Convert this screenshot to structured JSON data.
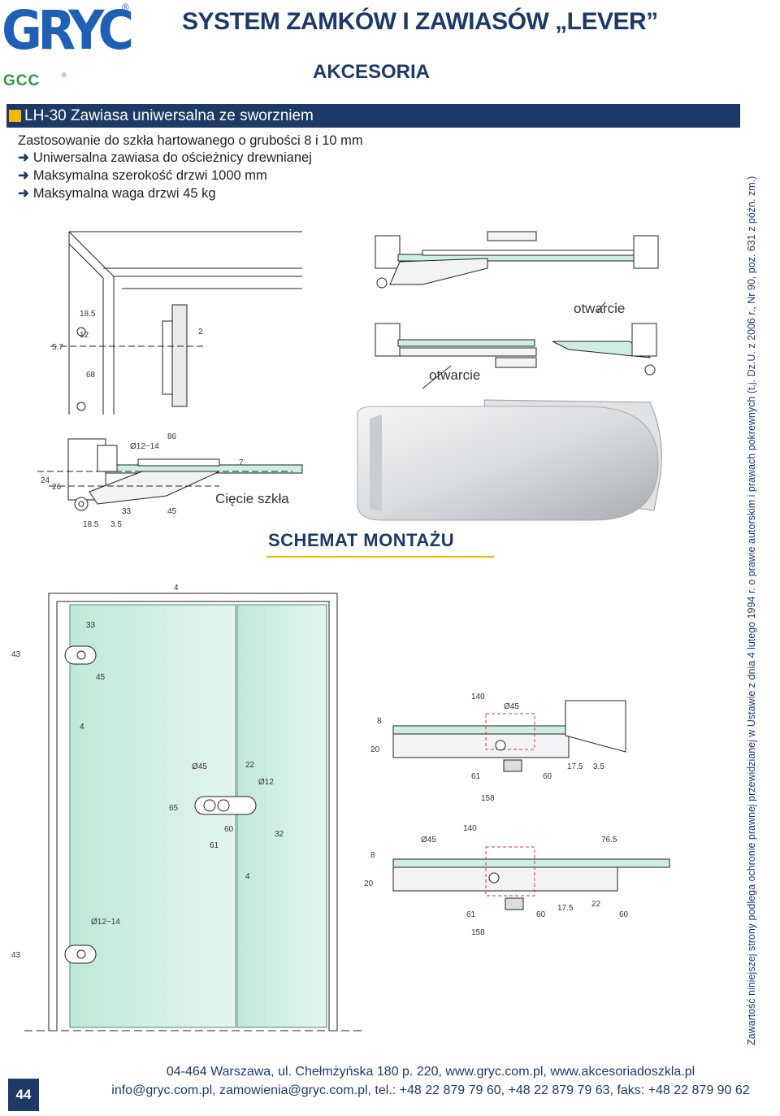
{
  "header": {
    "logo_main": "GRYC",
    "logo_sub": "GCC",
    "registered": "®",
    "title": "SYSTEM ZAMKÓW I ZAWIASÓW „LEVER”",
    "subtitle": "AKCESORIA"
  },
  "section": {
    "title": "LH-30 Zawiasa uniwersalna ze sworzniem",
    "intro": "Zastosowanie do szkła hartowanego o grubości 8 i 10 mm",
    "bullets": [
      "Uniwersalna zawiasa do ościeżnicy drewnianej",
      "Maksymalna szerokość drzwi 1000 mm",
      "Maksymalna waga drzwi 45 kg"
    ]
  },
  "labels": {
    "opening_1": "otwarcie",
    "opening_2": "otwarcie",
    "glass_cut": "Cięcie szkła",
    "assembly": "SCHEMAT MONTAŻU"
  },
  "dimensions": {
    "top_left": [
      "18.5",
      "12",
      "5.7",
      "68",
      "2"
    ],
    "profile": [
      "86",
      "Ø12~14",
      "7",
      "24",
      "26",
      "33",
      "45",
      "18.5",
      "3.5"
    ],
    "door": [
      "4",
      "33",
      "43",
      "45",
      "4",
      "Ø45",
      "22",
      "Ø12",
      "65",
      "60",
      "32",
      "61",
      "4",
      "Ø12~14",
      "43"
    ],
    "plan_top": [
      "140",
      "Ø45",
      "8",
      "20",
      "61",
      "60",
      "17.5",
      "3.5",
      "158"
    ],
    "plan_bottom": [
      "140",
      "Ø45",
      "76.5",
      "8",
      "20",
      "61",
      "60",
      "17.5",
      "22",
      "60",
      "158"
    ]
  },
  "side_note": "Zawartość niniejszej strony podlega ochronie prawnej przewidzianej w Ustawie z dnia 4 lutego 1994 r. o prawie autorskim i prawach pokrewnych (t.j. Dz.U. z 2006 r., Nr 90, poz. 631 z późn. zm.)",
  "footer": {
    "page_number": "44",
    "address": "04-464 Warszawa, ul. Chełmżyńska 180 p. 220, www.gryc.com.pl, www.akcesoriadoszkla.pl",
    "contact": "info@gryc.com.pl, zamowienia@gryc.com.pl, tel.: +48 22 879 79 60, +48 22 879 79 63, faks: +48 22 879 90 62"
  },
  "colors": {
    "brand_blue": "#1f5fb4",
    "navy": "#1d3a66",
    "accent_yellow": "#f2b800",
    "logo_green": "#2d9a3a",
    "glass_green": "#cfeee2"
  }
}
